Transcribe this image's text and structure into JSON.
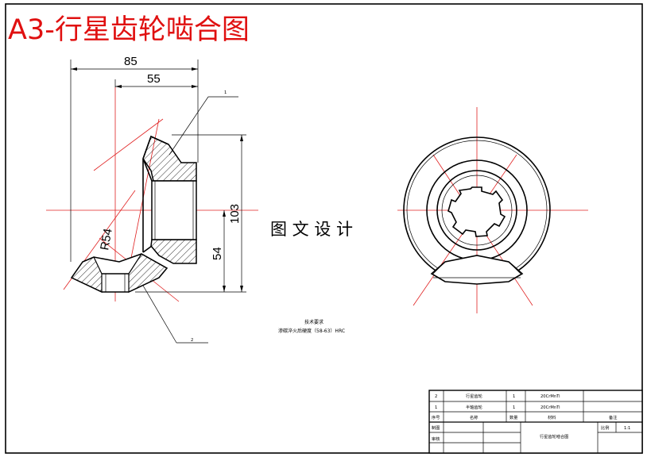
{
  "title": "A3-行星齿轮啮合图",
  "watermark": "图 文 设 计",
  "dimensions": {
    "d85": "85",
    "d55": "55",
    "d103": "103",
    "d54": "54",
    "r54": "R54"
  },
  "balloons": {
    "b1": "1",
    "b2": "2"
  },
  "tech_req": {
    "title": "技术要求",
    "line": "渗碳淬火后硬度（58-63）HRC"
  },
  "title_block": {
    "parts": [
      {
        "no": "2",
        "name": "行星齿轮",
        "qty": "1",
        "material": "20CrMnTi"
      },
      {
        "no": "1",
        "name": "半轴齿轮",
        "qty": "1",
        "material": "20CrMnTi"
      }
    ],
    "headers": {
      "no": "序号",
      "name": "名称",
      "qty": "数量",
      "material": "材料",
      "remark": "备注"
    },
    "drawn": "制图",
    "checked": "审核",
    "drawing_name": "行星齿轮啮合图",
    "scale_label": "比例",
    "scale_value": "1:1"
  }
}
